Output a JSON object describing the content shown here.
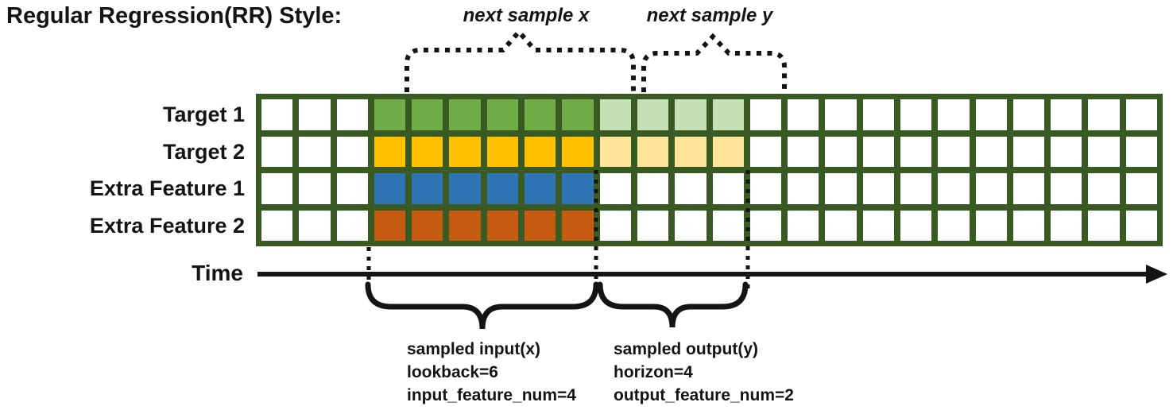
{
  "title": "Regular Regression(RR) Style:",
  "time_label": "Time",
  "annotations": {
    "next_sample_x": "next sample x",
    "next_sample_y": "next sample y",
    "sampled_input": [
      "sampled input(x)",
      "lookback=6",
      "input_feature_num=4"
    ],
    "sampled_output": [
      "sampled output(y)",
      "horizon=4",
      "output_feature_num=2"
    ]
  },
  "grid": {
    "columns": 24,
    "row_labels": [
      "Target 1",
      "Target 2",
      "Extra Feature 1",
      "Extra Feature 2"
    ],
    "rows": [
      {
        "label": "Target 1",
        "segments": [
          {
            "count": 3,
            "color": "white"
          },
          {
            "count": 6,
            "color": "green"
          },
          {
            "count": 4,
            "color": "light_green"
          },
          {
            "count": 11,
            "color": "white"
          }
        ]
      },
      {
        "label": "Target 2",
        "segments": [
          {
            "count": 3,
            "color": "white"
          },
          {
            "count": 6,
            "color": "gold"
          },
          {
            "count": 4,
            "color": "light_gold"
          },
          {
            "count": 11,
            "color": "white"
          }
        ]
      },
      {
        "label": "Extra Feature 1",
        "segments": [
          {
            "count": 3,
            "color": "white"
          },
          {
            "count": 6,
            "color": "blue"
          },
          {
            "count": 15,
            "color": "white"
          }
        ]
      },
      {
        "label": "Extra Feature 2",
        "segments": [
          {
            "count": 3,
            "color": "white"
          },
          {
            "count": 6,
            "color": "orange"
          },
          {
            "count": 15,
            "color": "white"
          }
        ]
      }
    ],
    "params": {
      "lookback": 6,
      "horizon": 4,
      "input_feature_num": 4,
      "output_feature_num": 2
    }
  },
  "colors": {
    "grid_border": "#3A5A23",
    "white": "#FFFFFF",
    "green": "#70AD47",
    "light_green": "#C5E0B4",
    "gold": "#FFC000",
    "light_gold": "#FFE599",
    "blue": "#2E75B6",
    "orange": "#C55A11",
    "ink": "#141414"
  }
}
